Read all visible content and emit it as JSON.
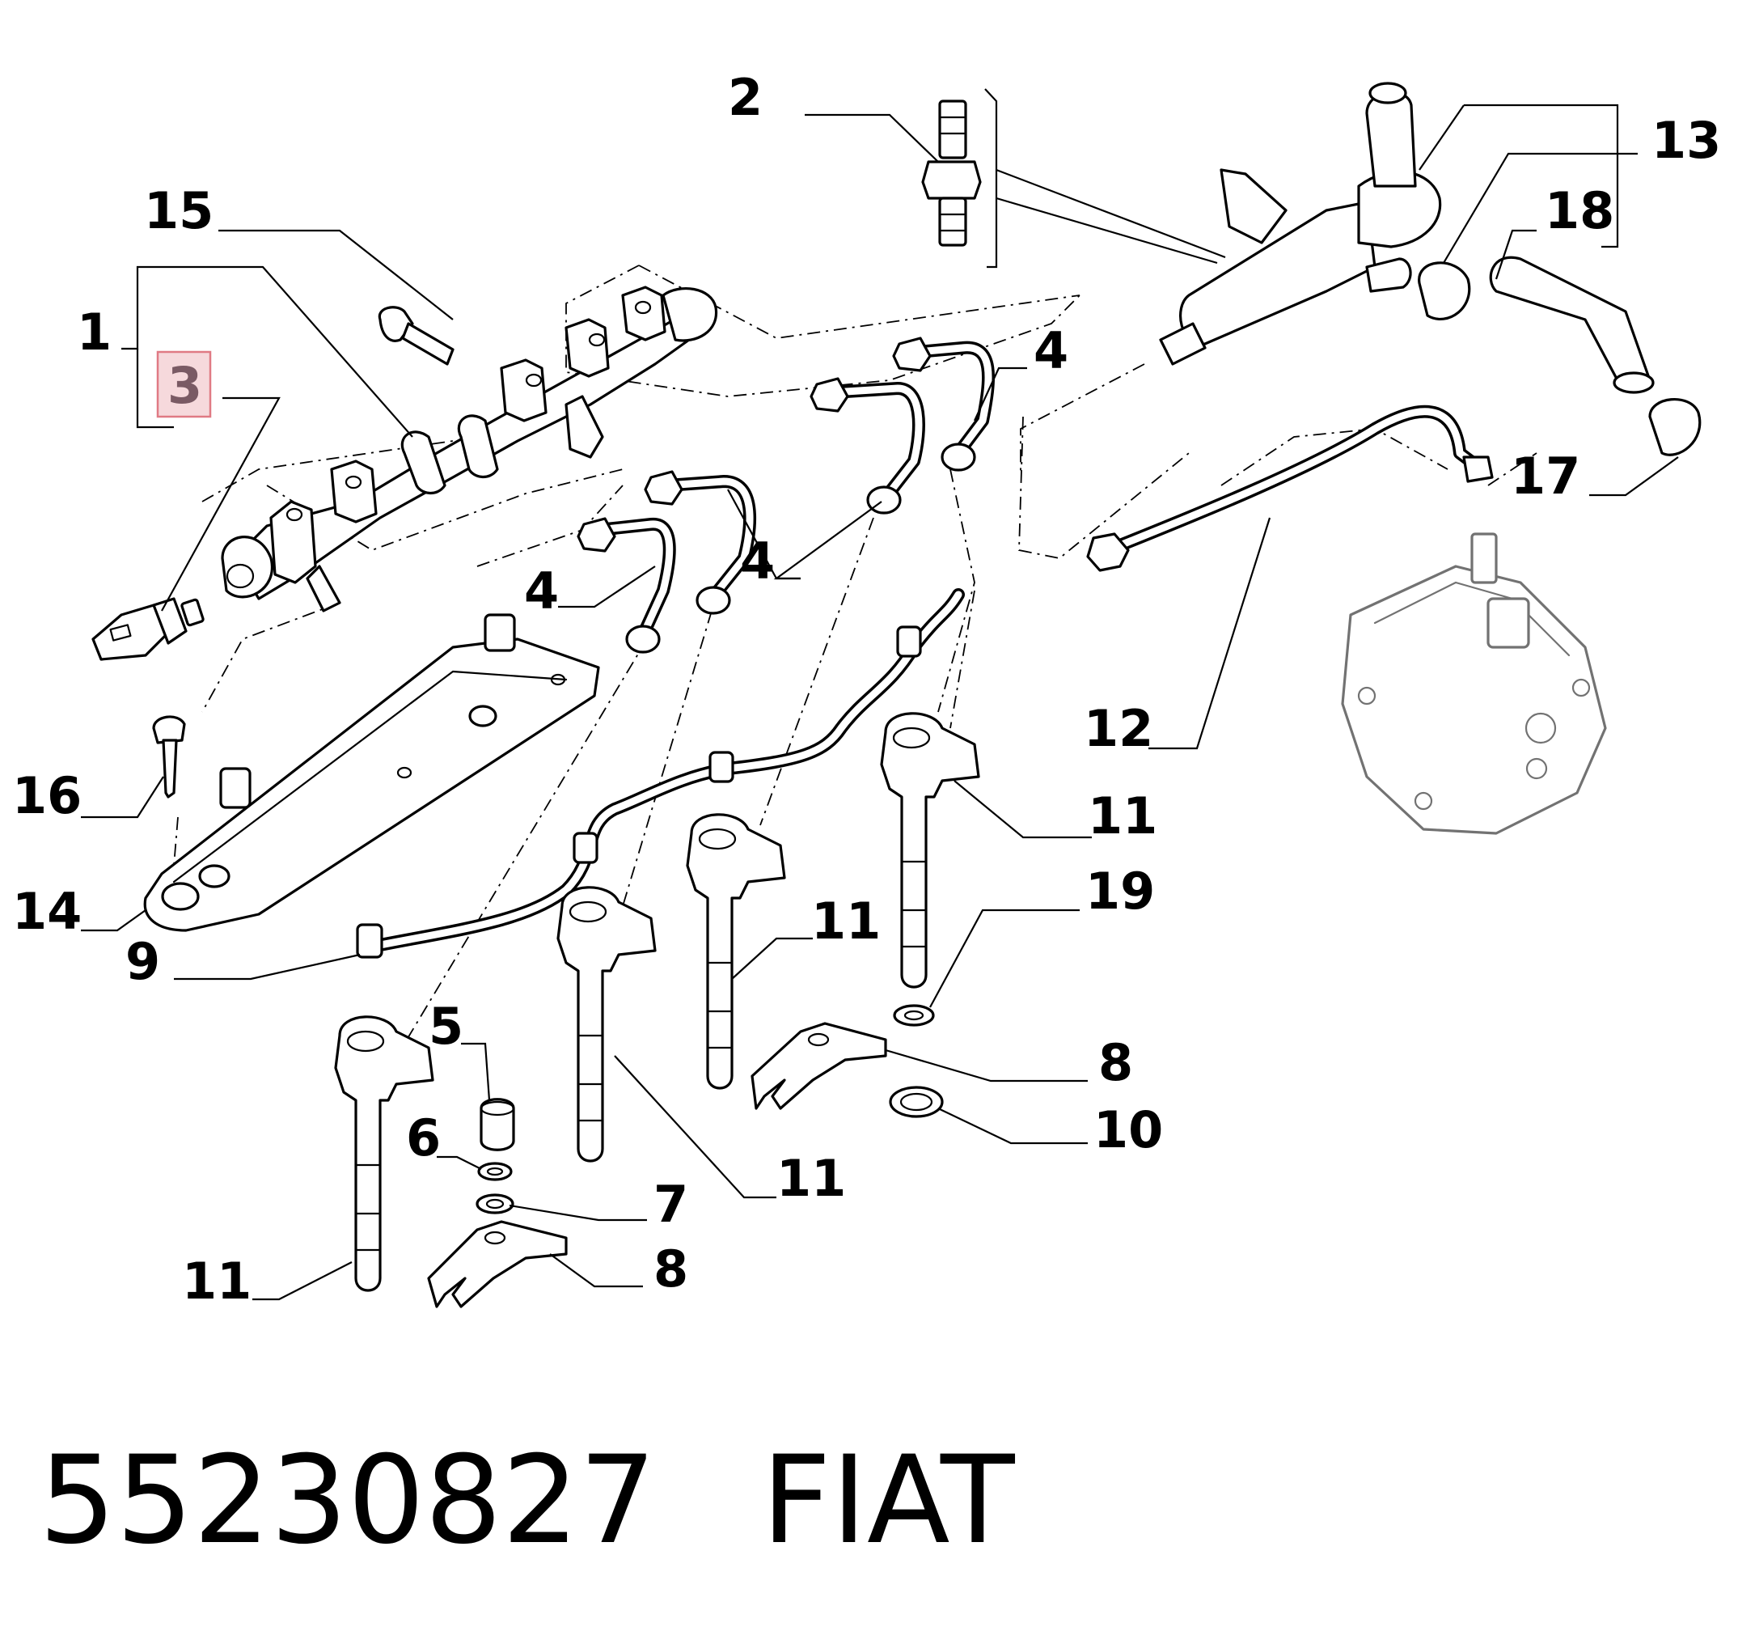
{
  "callouts": {
    "c1": "1",
    "c2": "2",
    "c3": "3",
    "c4a": "4",
    "c4b": "4",
    "c4c": "4",
    "c5": "5",
    "c6": "6",
    "c7": "7",
    "c8a": "8",
    "c8b": "8",
    "c9": "9",
    "c10": "10",
    "c11a": "11",
    "c11b": "11",
    "c11c": "11",
    "c11d": "11",
    "c12": "12",
    "c13": "13",
    "c14": "14",
    "c15": "15",
    "c16": "16",
    "c17": "17",
    "c18": "18",
    "c19": "19"
  },
  "highlighted_callout": "3",
  "footer": {
    "part_number": "55230827",
    "brand": "FIAT"
  },
  "colors": {
    "highlight_fill": "#f6d9dc",
    "highlight_border": "#e07a84",
    "highlight_text": "#7a5a64",
    "line": "#000000",
    "background": "#ffffff"
  }
}
